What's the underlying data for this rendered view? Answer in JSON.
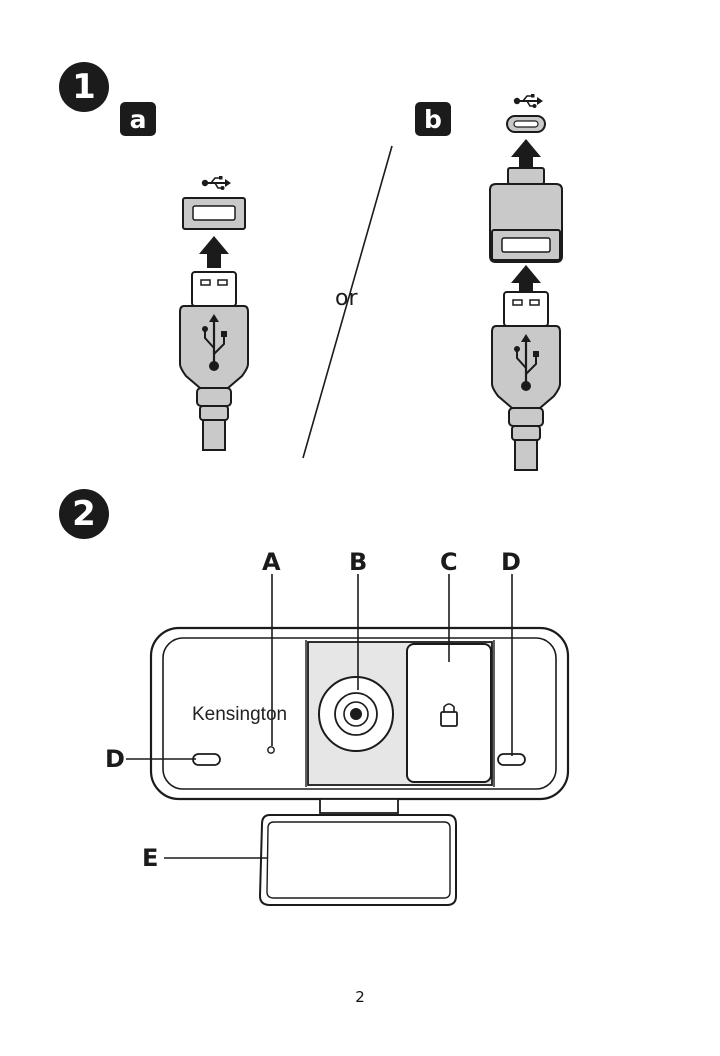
{
  "steps": {
    "step1": "1",
    "step2": "2"
  },
  "options": {
    "a": "a",
    "b": "b",
    "or": "or"
  },
  "callouts": {
    "A": "A",
    "B": "B",
    "C": "C",
    "D_top": "D",
    "D_left": "D",
    "E": "E"
  },
  "webcam": {
    "brand": "Kensington"
  },
  "icons": [
    "usb-symbol-icon",
    "lock-icon",
    "up-arrow-icon"
  ],
  "page_number": "2"
}
